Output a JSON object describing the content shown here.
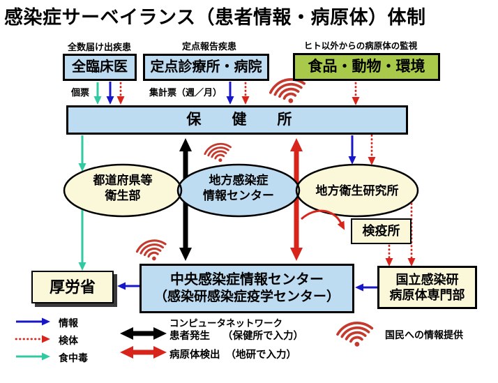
{
  "title": "感染症サーベイランス（患者情報・病原体）体制",
  "captions": {
    "notifiable": "全数届け出疾患",
    "sentinel": "定点報告疾患",
    "nonhuman": "ヒト以外からの病原体の監視",
    "individual_form": "個票",
    "tally_form": "集計票（週／月）"
  },
  "nodes": {
    "clinicians": "全臨床医",
    "sentinel_clinics": "定点診療所・病院",
    "food_animal_env": "食品・動物・環境",
    "health_center": "保健所",
    "pref_health_dept": {
      "line1": "都道府県等",
      "line2": "衛生部"
    },
    "local_info_center": {
      "line1": "地方感染症",
      "line2": "情報センター"
    },
    "local_health_institute": "地方衛生研究所",
    "quarantine": "検疫所",
    "mhlw": "厚労省",
    "central_center": {
      "line1": "中央感染症情報センター",
      "line2": "（感染研感染症疫学センター）"
    },
    "niid": {
      "line1": "国立感染研",
      "line2": "病原体専門部"
    }
  },
  "legend": {
    "info": "情報",
    "specimen": "検体",
    "food_poisoning": "食中毒",
    "network_title": "コンピュータネットワーク",
    "patient": "患者発生",
    "patient_note": "（保健所で入力）",
    "pathogen": "病原体検出",
    "pathogen_note": "（地研で入力）",
    "public_info": "国民への情報提供"
  },
  "icons": {
    "broadcast": "wifi-broadcast-icon"
  },
  "colors": {
    "info_blue": "#1717C9",
    "specimen_red": "#D8251C",
    "food_poisoning_teal": "#2FC9A2",
    "network_black": "#000000",
    "node_blue": "#BDDCF2",
    "node_green": "#A9C94B",
    "node_cream": "#FBF8DA"
  }
}
